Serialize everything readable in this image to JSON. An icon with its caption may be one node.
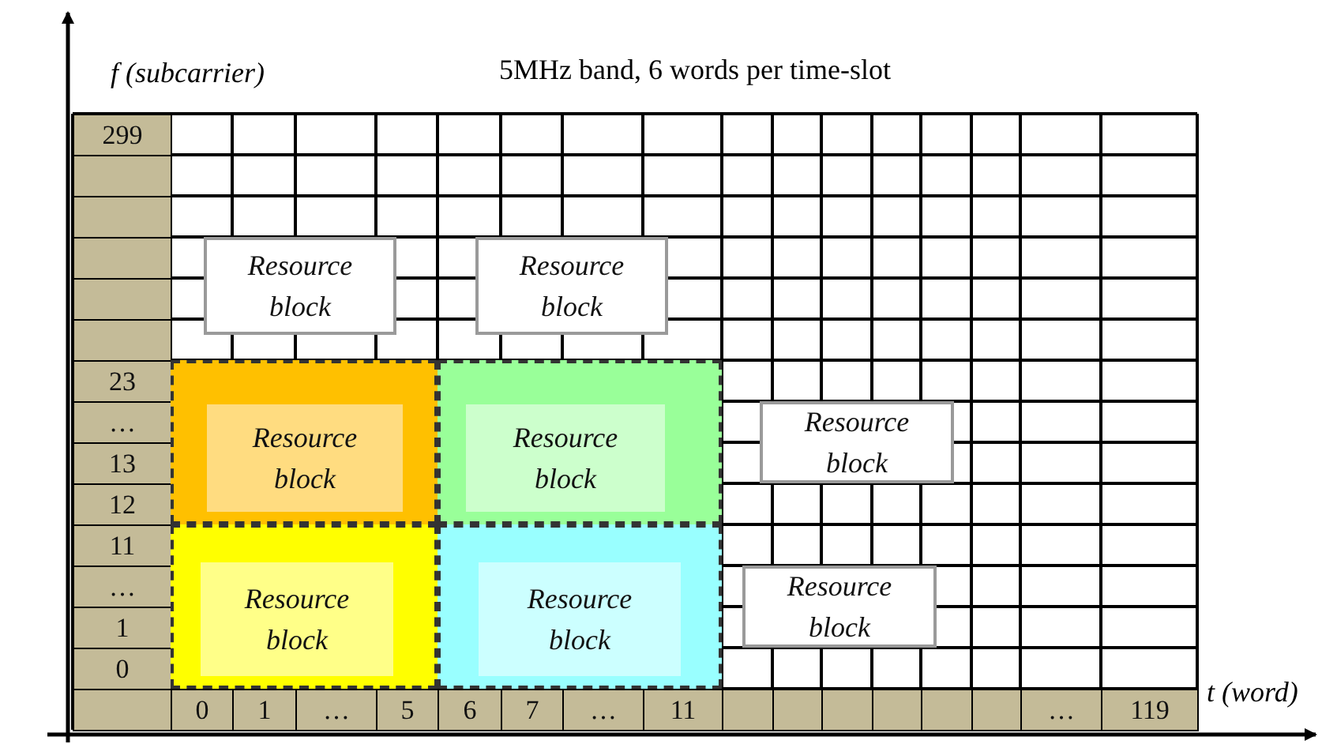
{
  "diagram": {
    "title": "5MHz band, 6 words per time-slot",
    "nodes": [
      {
        "text": [
          "Resource block"
        ]
      },
      {
        "text": [
          "Resource block"
        ]
      },
      {
        "text": [
          "Resource block"
        ]
      },
      {
        "text": [
          "Resource block"
        ]
      },
      {
        "text": [
          "Resource block"
        ]
      },
      {
        "text": [
          "Resource block"
        ]
      },
      {
        "text": [
          "Resource block"
        ]
      },
      {
        "text": [
          "Resource block"
        ]
      }
    ],
    "edges": [],
    "labels": [
      "f (subcarrier)",
      "299",
      "23",
      "…",
      "13",
      "12",
      "11",
      "…",
      "1",
      "0",
      "0",
      "1",
      "…",
      "5",
      "6",
      "7",
      "…",
      "11",
      "…",
      "119",
      "t (word)"
    ]
  }
}
